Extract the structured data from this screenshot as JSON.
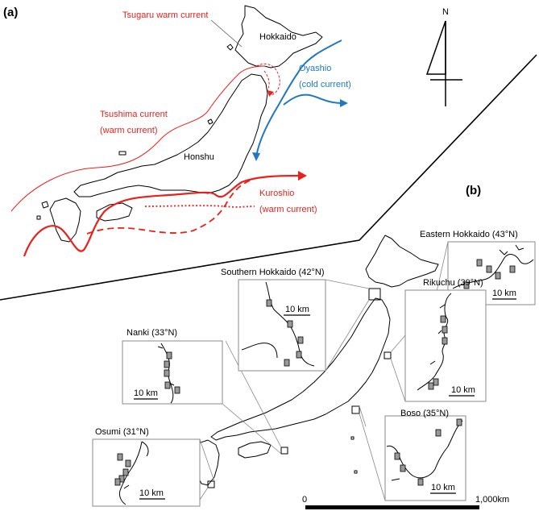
{
  "panels": {
    "a": "(a)",
    "b": "(b)"
  },
  "north_arrow": {
    "label": "N"
  },
  "panel_a": {
    "regions": {
      "hokkaido": "Hokkaido",
      "honshu": "Honshu"
    },
    "currents": {
      "tsugaru": {
        "name": "Tsugaru warm current",
        "color": "#e8211d"
      },
      "oyashio": {
        "name": "Oyashio",
        "type": "(cold current)",
        "color": "#1f78c1"
      },
      "tsushima": {
        "name": "Tsushima current",
        "type": "(warm current)",
        "color": "#e8211d"
      },
      "kuroshio": {
        "name": "Kuroshio",
        "type": "(warm current)",
        "color": "#e8211d"
      }
    }
  },
  "panel_b": {
    "sites": [
      {
        "name": "Eastern Hokkaido (43°N)",
        "scale": "10 km",
        "quadrats": 5
      },
      {
        "name": "Southern Hokkaido (42°N)",
        "scale": "10 km",
        "quadrats": 5
      },
      {
        "name": "Rikuchu (39°N)",
        "scale": "10 km",
        "quadrats": 5
      },
      {
        "name": "Nanki (33°N)",
        "scale": "10 km",
        "quadrats": 5
      },
      {
        "name": "Boso (35°N)",
        "scale": "10 km",
        "quadrats": 5
      },
      {
        "name": "Osumi (31°N)",
        "scale": "10 km",
        "quadrats": 5
      }
    ],
    "scale_bar": {
      "start": "0",
      "end": "1,000km"
    }
  }
}
